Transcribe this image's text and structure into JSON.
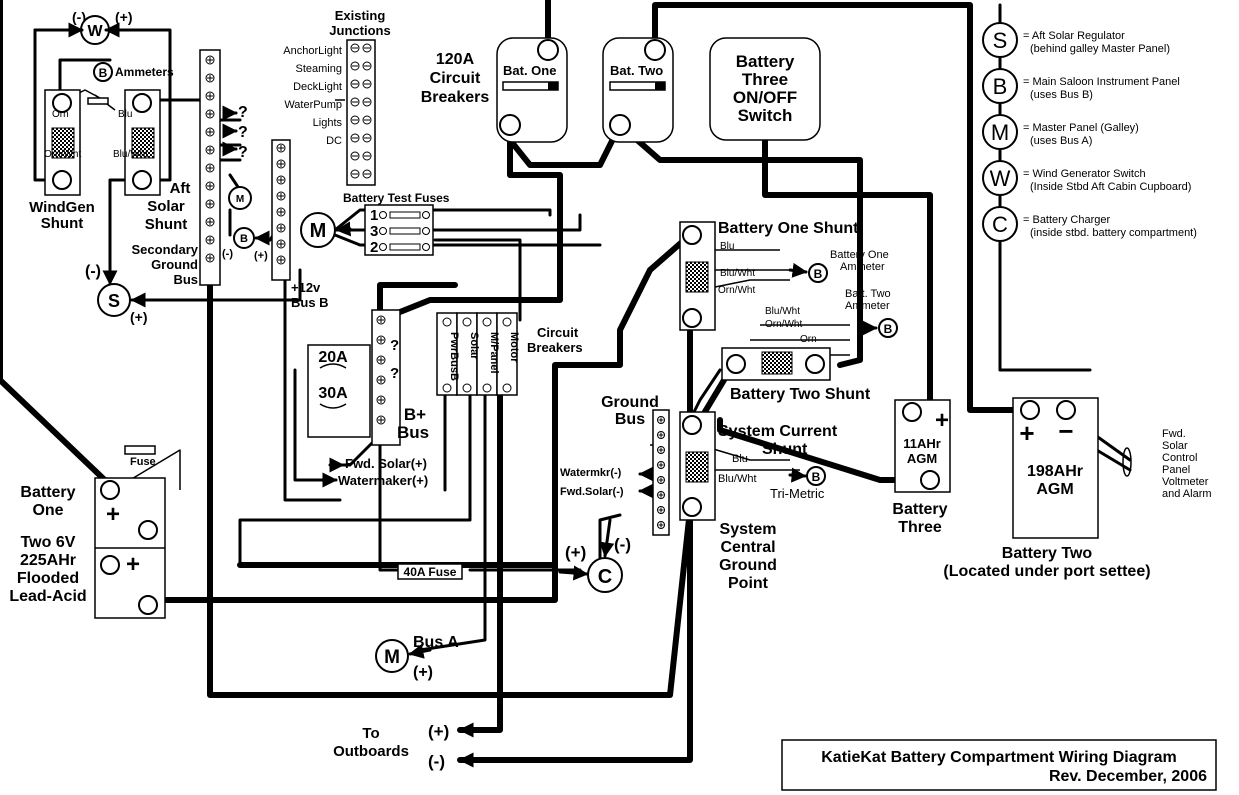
{
  "title": {
    "line1": "KatieKat Battery Compartment Wiring Diagram",
    "line2": "Rev. December, 2006"
  },
  "legend": [
    {
      "symbol": "S",
      "line1": "= Aft Solar Regulator",
      "line2": "(behind galley Master Panel)"
    },
    {
      "symbol": "B",
      "line1": "= Main Saloon Instrument Panel",
      "line2": "(uses Bus B)"
    },
    {
      "symbol": "M",
      "line1": "= Master Panel (Galley)",
      "line2": "(uses Bus A)"
    },
    {
      "symbol": "W",
      "line1": "= Wind Generator Switch",
      "line2": "(Inside Stbd Aft Cabin Cupboard)"
    },
    {
      "symbol": "C",
      "line1": "= Battery Charger",
      "line2": "(inside stbd. battery compartment)"
    }
  ],
  "junctions": {
    "title1": "Existing",
    "title2": "Junctions",
    "items": [
      "AnchorLight",
      "Steaming",
      "DeckLight",
      "WaterPump",
      "Lights",
      "DC"
    ]
  },
  "breakers": {
    "label1": "120A",
    "label2": "Circuit",
    "label3": "Breakers",
    "bat_one": "Bat. One",
    "bat_two": "Bat. Two"
  },
  "switch3": {
    "line1": "Battery",
    "line2": "Three",
    "line3": "ON/OFF",
    "line4": "Switch"
  },
  "windgen": {
    "neg": "(-)",
    "pos": "(+)",
    "symbol": "W",
    "shunt1": "WindGen",
    "shunt2": "Shunt",
    "orn": "Orn",
    "ornwht": "Orn/Wht"
  },
  "ammeters": {
    "symbol": "B",
    "label": "Ammeters"
  },
  "aft_solar": {
    "line1": "Aft",
    "line2": "Solar",
    "line3": "Shunt",
    "blu": "Blu",
    "bluwht": "Blu/Wht"
  },
  "secondary_ground": {
    "line1": "Secondary",
    "line2": "Ground",
    "line3": "Bus"
  },
  "qmarks": [
    "?",
    "?",
    "?"
  ],
  "motor_small": "M",
  "b_small": {
    "symbol": "B",
    "neg": "(-)",
    "pos": "(+)"
  },
  "bus_b": {
    "line1": "+12v",
    "line2": "Bus B"
  },
  "solar_reg": {
    "symbol": "S",
    "neg": "(-)",
    "pos": "(+)"
  },
  "test_fuses": {
    "title": "Battery Test Fuses",
    "nums": [
      "1",
      "3",
      "2"
    ],
    "symbol": "M"
  },
  "circuit_breakers": {
    "line1": "Circuit",
    "line2": "Breakers",
    "labels": [
      "PwrBusB",
      "Solar",
      "M/Panel",
      "Motor"
    ],
    "qmarks": [
      "?",
      "?"
    ]
  },
  "bplus_bus": {
    "line1": "B+",
    "line2": "Bus"
  },
  "fuse_amps": [
    "20A",
    "30A"
  ],
  "feeds": {
    "fwd_solar": "Fwd. Solar(+)",
    "watermaker": "Watermaker(+)"
  },
  "battery_one": {
    "line1": "Battery",
    "line2": "One",
    "line3": "Two 6V",
    "line4": "225AHr",
    "line5": "Flooded",
    "line6": "Lead-Acid",
    "fuse": "Fuse"
  },
  "fuse40": "40A Fuse",
  "charger": {
    "symbol": "C",
    "pos": "(+)",
    "neg": "(-)"
  },
  "bus_a": {
    "symbol": "M",
    "label": "Bus A",
    "pos": "(+)"
  },
  "outboards": {
    "line1": "To",
    "line2": "Outboards",
    "pos": "(+)",
    "neg": "(-)"
  },
  "bat_one_shunt": {
    "title": "Battery One Shunt",
    "blu": "Blu",
    "bluwht": "Blu/Wht",
    "ornwht": "Orn/Wht",
    "ammeter1": "Battery One",
    "ammeter2": "Ammeter",
    "b": "B"
  },
  "bat_two_shunt": {
    "title": "Battery Two Shunt",
    "bluwht": "Blu/Wht",
    "ornwht": "Orn/Wht",
    "orn": "Orn",
    "ammeter1": "Batt. Two",
    "ammeter2": "Ammeter",
    "b": "B"
  },
  "ground_bus": {
    "line1": "Ground",
    "line2": "Bus",
    "watermkr": "Watermkr(-)",
    "fwdsolar": "Fwd.Solar(-)"
  },
  "sys_shunt": {
    "line1": "System Current",
    "line2": "Shunt",
    "blu": "Blu",
    "bluwht": "Blu/Wht",
    "b": "B",
    "trimetric": "Tri-Metric"
  },
  "sys_ground": {
    "line1": "System",
    "line2": "Central",
    "line3": "Ground",
    "line4": "Point"
  },
  "battery_three": {
    "plus": "+",
    "ah": "11AHr",
    "type": "AGM",
    "line1": "Battery",
    "line2": "Three"
  },
  "battery_two": {
    "plus": "+",
    "minus": "−",
    "ah": "198AHr",
    "type": "AGM",
    "line1": "Battery Two",
    "line2": "(Located under port settee)"
  },
  "fwd_panel": [
    "Fwd.",
    "Solar",
    "Control",
    "Panel",
    "Voltmeter",
    "and Alarm"
  ],
  "plus_sign": "+"
}
